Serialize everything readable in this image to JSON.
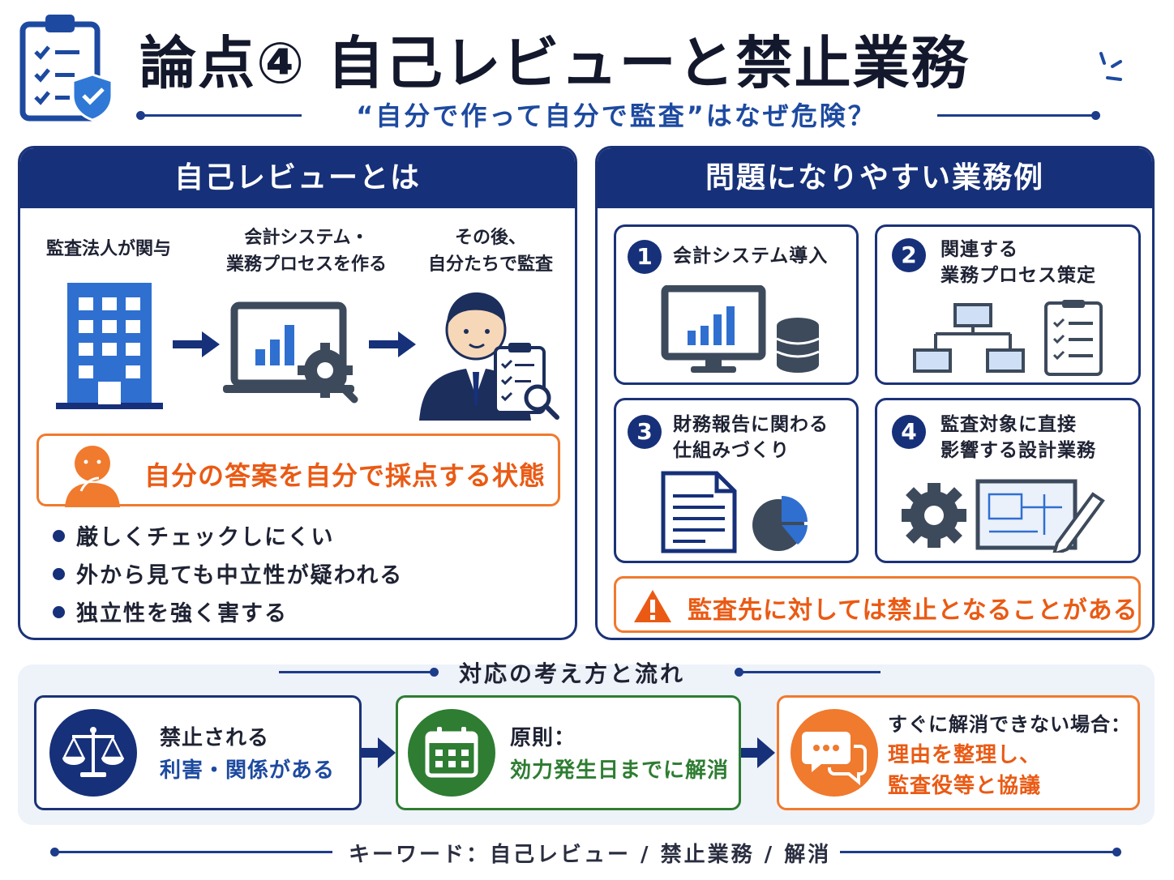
{
  "header": {
    "title": "論点④ 自己レビューと禁止業務",
    "subtitle": "“自分で作って自分で監査”はなぜ危険？"
  },
  "left_panel": {
    "heading": "自己レビューとは",
    "steps": [
      {
        "line1": "監査法人が関与",
        "line2": ""
      },
      {
        "line1": "会計システム・",
        "line2": "業務プロセスを作る"
      },
      {
        "line1": "その後、",
        "line2": "自分たちで監査"
      }
    ],
    "callout": "自分の答案を自分で採点する状態",
    "bullets": [
      "厳しくチェックしにくい",
      "外から見ても中立性が疑われる",
      "独立性を強く害する"
    ]
  },
  "right_panel": {
    "heading": "問題になりやすい業務例",
    "cards": [
      {
        "num": "1",
        "line1": "会計システム導入",
        "line2": ""
      },
      {
        "num": "2",
        "line1": "関連する",
        "line2": "業務プロセス策定"
      },
      {
        "num": "3",
        "line1": "財務報告に関わる",
        "line2": "仕組みづくり"
      },
      {
        "num": "4",
        "line1": "監査対象に直接",
        "line2": "影響する設計業務"
      }
    ],
    "warning": "監査先に対しては禁止となることがある"
  },
  "flow": {
    "title": "対応の考え方と流れ",
    "boxes": [
      {
        "line1": "禁止される",
        "line2": "利害・関係がある",
        "line3": ""
      },
      {
        "line1": "原則：",
        "line2": "効力発生日までに解消",
        "line3": ""
      },
      {
        "line1": "すぐに解消できない場合：",
        "line2": "理由を整理し、",
        "line3": "監査役等と協議"
      }
    ]
  },
  "footer": {
    "keywords": "キーワード：自己レビュー / 禁止業務 / 解消"
  },
  "colors": {
    "navy": "#163079",
    "blue": "#1d4aa0",
    "orange": "#f07a2e",
    "green": "#2e7d32"
  }
}
